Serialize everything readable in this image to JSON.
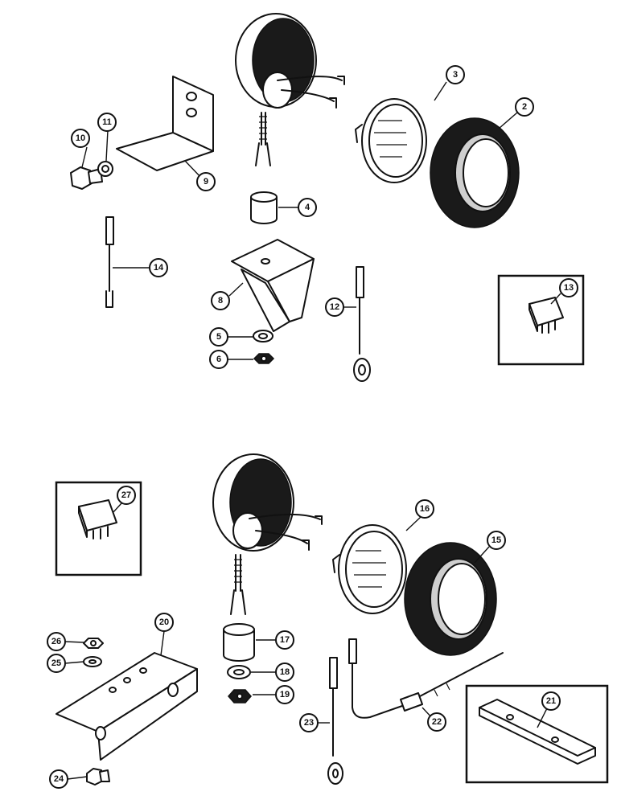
{
  "callouts": {
    "c2": "2",
    "c3": "3",
    "c4": "4",
    "c5": "5",
    "c6": "6",
    "c8": "8",
    "c9": "9",
    "c10": "10",
    "c11": "11",
    "c12": "12",
    "c13": "13",
    "c14": "14",
    "c15": "15",
    "c16": "16",
    "c17": "17",
    "c18": "18",
    "c19": "19",
    "c20": "20",
    "c21": "21",
    "c22": "22",
    "c23": "23",
    "c24": "24",
    "c25": "25",
    "c26": "26",
    "c27": "27"
  }
}
